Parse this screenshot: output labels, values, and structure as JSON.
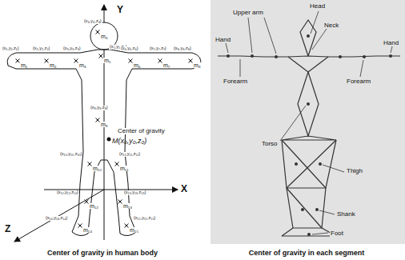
{
  "diagram": {
    "labels": [
      "Y",
      "X",
      "Z",
      "m₁",
      "m₂",
      "m₃",
      "m₄",
      "m₅",
      "m₆",
      "m₇",
      "m₈",
      "m₉",
      "m₁₀",
      "m₁₁",
      "m₁₂",
      "m₁₃",
      "m₁₄",
      "m₁₅",
      "(x₁,y₁,z₁)",
      "(x₂,y₂,z₂)",
      "(x₃,y₃,z₃)",
      "(x₄,y₄,z₄)",
      "(x₅,y₅,z₅)",
      "(x₆,y₆,z₆)",
      "(x₇,y₇,z₇)",
      "(x₈,y₈,z₈)",
      "(x₉,y₉,z₉)",
      "(x₁₀,y₁₀,z₁₀)",
      "(x₁₁,y₁₁,z₁₁)",
      "(x₁₂,y₁₂,z₁₂)",
      "(x₁₃,y₁₃,z₁₃)",
      "(x₁₄,y₁₄,z₁₄)",
      "(x₁₅,y₁₅,z₁₅)",
      "Center of gravity",
      "M(x₀,y₀,z₀)",
      "Upper arm",
      "Head",
      "Neck",
      "Hand",
      "Hand",
      "Forearm",
      "Forearm",
      "Torso",
      "Thigh",
      "Shank",
      "Foot",
      "Center of gravity in human body",
      "Center of gravity in each segment"
    ]
  }
}
